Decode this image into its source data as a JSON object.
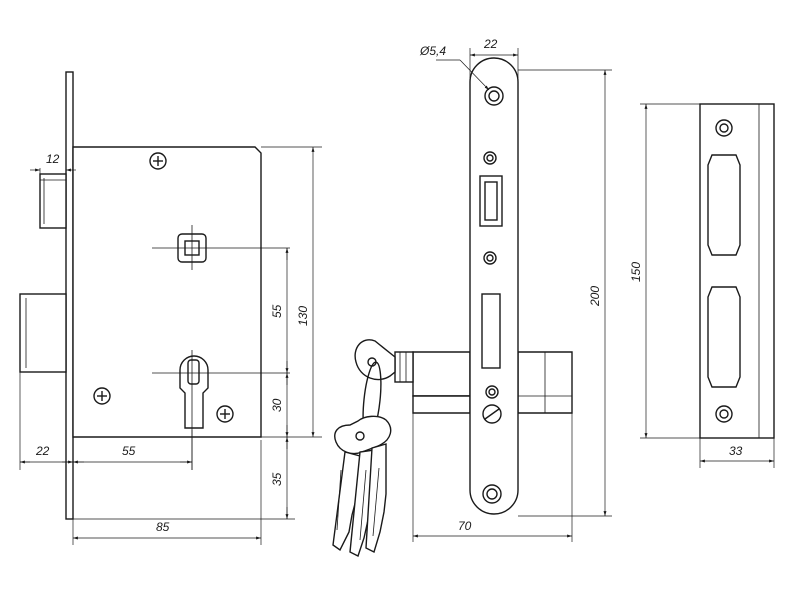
{
  "dimensions": {
    "bolt_width": "12",
    "backset_offset": "22",
    "backset": "55",
    "case_depth": "85",
    "spindle_to_cylinder": "55",
    "case_height": "130",
    "cylinder_height": "30",
    "cylinder_to_bottom": "35",
    "hole_diameter": "Ø5,4",
    "faceplate_width": "22",
    "faceplate_length": "200",
    "cylinder_length": "70",
    "strike_length": "150",
    "strike_width": "33"
  },
  "colors": {
    "line": "#1a1a1a",
    "background": "#ffffff"
  }
}
